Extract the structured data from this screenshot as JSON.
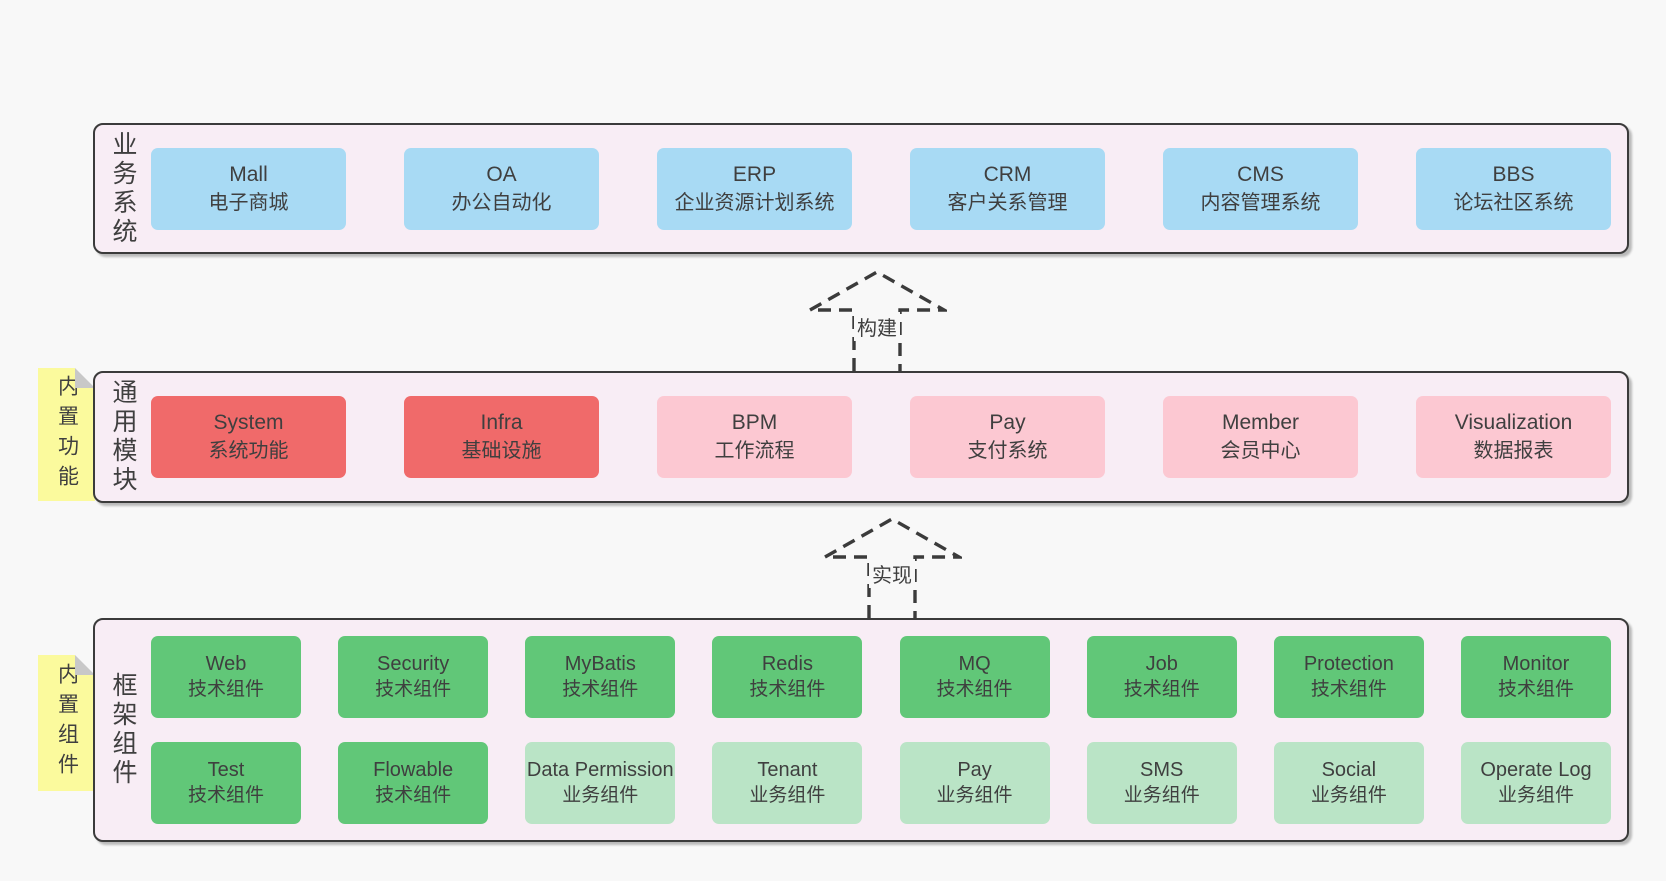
{
  "colors": {
    "page-bg": "#f8f8f8",
    "band-bg": "#f8edf5",
    "band-border": "#3b3b3b",
    "text": "#3f3f3f",
    "blue": "#a8daf4",
    "red": "#f06a6a",
    "pink": "#fcc8d2",
    "green": "#61c778",
    "green-light": "#bae4c6",
    "yellow": "#fbfa9d",
    "fold": "#c8c8c8"
  },
  "arrows": [
    {
      "label": "构建"
    },
    {
      "label": "实现"
    }
  ],
  "stickies": [
    {
      "label": "内置功能"
    },
    {
      "label": "内置组件"
    }
  ],
  "bands": [
    {
      "label": "业务系统",
      "rows": [
        [
          {
            "title": "Mall",
            "subtitle": "电子商城",
            "variant": "blue"
          },
          {
            "title": "OA",
            "subtitle": "办公自动化",
            "variant": "blue"
          },
          {
            "title": "ERP",
            "subtitle": "企业资源计划系统",
            "variant": "blue"
          },
          {
            "title": "CRM",
            "subtitle": "客户关系管理",
            "variant": "blue"
          },
          {
            "title": "CMS",
            "subtitle": "内容管理系统",
            "variant": "blue"
          },
          {
            "title": "BBS",
            "subtitle": "论坛社区系统",
            "variant": "blue"
          }
        ]
      ]
    },
    {
      "label": "通用模块",
      "rows": [
        [
          {
            "title": "System",
            "subtitle": "系统功能",
            "variant": "red"
          },
          {
            "title": "Infra",
            "subtitle": "基础设施",
            "variant": "red"
          },
          {
            "title": "BPM",
            "subtitle": "工作流程",
            "variant": "pink"
          },
          {
            "title": "Pay",
            "subtitle": "支付系统",
            "variant": "pink"
          },
          {
            "title": "Member",
            "subtitle": "会员中心",
            "variant": "pink"
          },
          {
            "title": "Visualization",
            "subtitle": "数据报表",
            "variant": "pink"
          }
        ]
      ]
    },
    {
      "label": "框架组件",
      "rows": [
        [
          {
            "title": "Web",
            "subtitle": "技术组件",
            "variant": "green"
          },
          {
            "title": "Security",
            "subtitle": "技术组件",
            "variant": "green"
          },
          {
            "title": "MyBatis",
            "subtitle": "技术组件",
            "variant": "green"
          },
          {
            "title": "Redis",
            "subtitle": "技术组件",
            "variant": "green"
          },
          {
            "title": "MQ",
            "subtitle": "技术组件",
            "variant": "green"
          },
          {
            "title": "Job",
            "subtitle": "技术组件",
            "variant": "green"
          },
          {
            "title": "Protection",
            "subtitle": "技术组件",
            "variant": "green"
          },
          {
            "title": "Monitor",
            "subtitle": "技术组件",
            "variant": "green"
          }
        ],
        [
          {
            "title": "Test",
            "subtitle": "技术组件",
            "variant": "green"
          },
          {
            "title": "Flowable",
            "subtitle": "技术组件",
            "variant": "green"
          },
          {
            "title": "Data Permission",
            "subtitle": "业务组件",
            "variant": "green-light"
          },
          {
            "title": "Tenant",
            "subtitle": "业务组件",
            "variant": "green-light"
          },
          {
            "title": "Pay",
            "subtitle": "业务组件",
            "variant": "green-light"
          },
          {
            "title": "SMS",
            "subtitle": "业务组件",
            "variant": "green-light"
          },
          {
            "title": "Social",
            "subtitle": "业务组件",
            "variant": "green-light"
          },
          {
            "title": "Operate Log",
            "subtitle": "业务组件",
            "variant": "green-light"
          }
        ]
      ]
    }
  ]
}
